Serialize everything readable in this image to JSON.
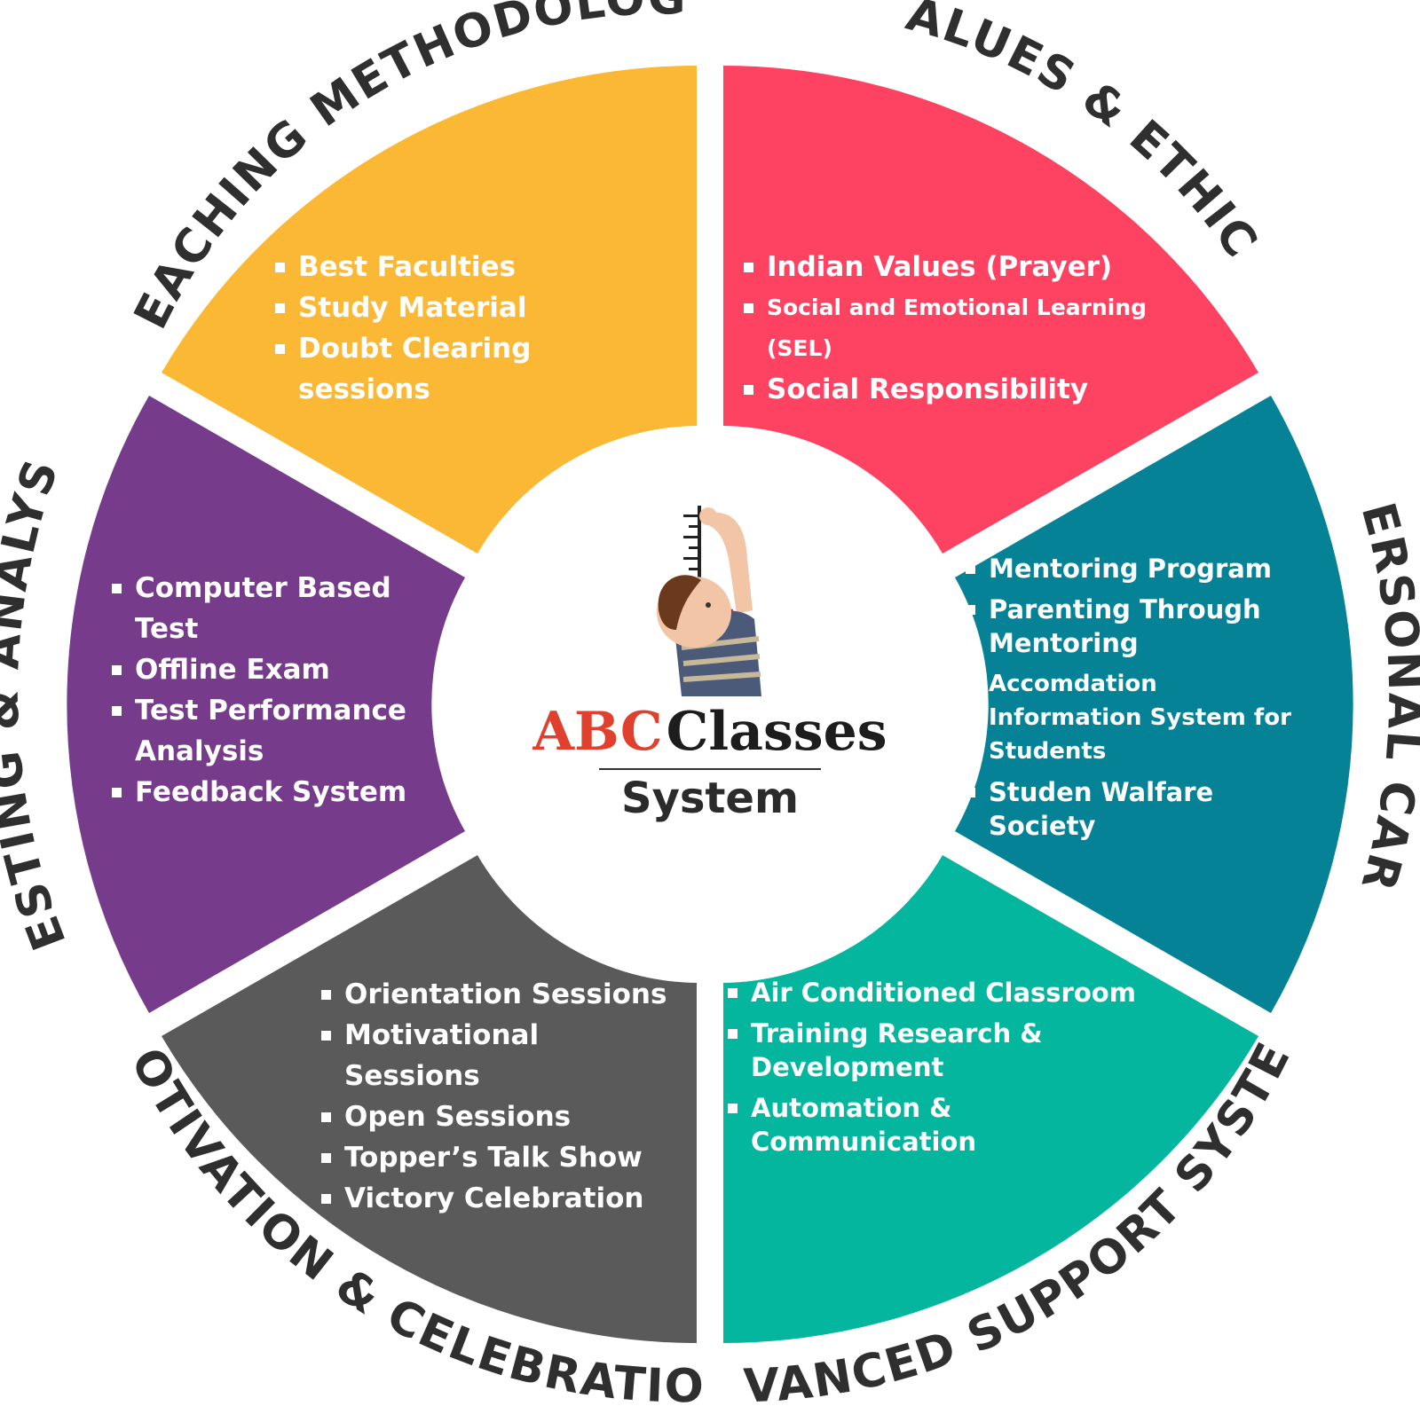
{
  "colors": {
    "teaching": "#fbb834",
    "values": "#fd4262",
    "personal": "#068296",
    "advanced": "#05b69e",
    "motivation": "#5a5a5a",
    "testing": "#763b8a",
    "title_text": "#2f2f2f",
    "logo_abc": "#e0412f"
  },
  "segments": {
    "teaching": {
      "title": "TEACHING METHODOLOGY",
      "items": [
        "Best Faculties",
        "Study Material",
        "Doubt Clearing sessions"
      ]
    },
    "values": {
      "title": "VALUES & ETHICS",
      "items": [
        "Indian Values (Prayer)",
        "Social and Emotional Learning (SEL)",
        "Social Responsibility"
      ]
    },
    "personal": {
      "title": "PERSONAL CARE",
      "items": [
        "Mentoring Program",
        "Parenting Through Mentoring",
        "Accomdation Information System for Students",
        "Studen Walfare Society"
      ]
    },
    "advanced": {
      "title": "ADVANCED SUPPORT SYSTEM",
      "items": [
        "Air Conditioned Classroom",
        "Training Research & Development",
        "Automation & Communication"
      ]
    },
    "motivation": {
      "title": "MOTIVATION & CELEBRATION",
      "items": [
        "Orientation Sessions",
        "Motivational Sessions",
        "Open Sessions",
        "Topper’s Talk Show",
        "Victory Celebration"
      ]
    },
    "testing": {
      "title": "TESTING & ANALYSIS",
      "items": [
        "Computer Based Test",
        "Offline Exam",
        "Test Performance Analysis",
        "Feedback System"
      ]
    }
  },
  "center": {
    "logo_abc": "ABC",
    "logo_classes": "Classes",
    "logo_system": "System",
    "image_icon": "child-measuring-height-illustration"
  }
}
